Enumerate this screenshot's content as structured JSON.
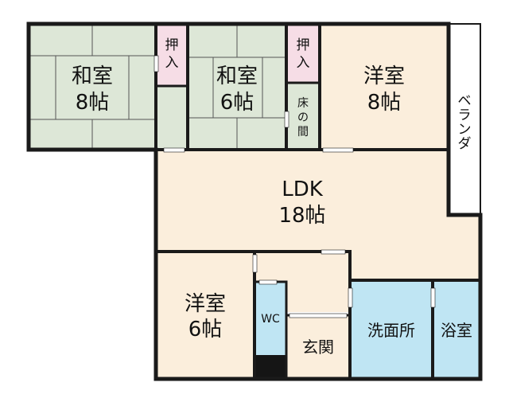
{
  "colors": {
    "tatami": "#dde7d7",
    "western": "#fbeedc",
    "closet": "#f6dde6",
    "wet_area": "#bfe5f3",
    "wall": "#1a1a1a",
    "window": "#ffffff"
  },
  "rooms": {
    "washitsu_8": {
      "name": "和室",
      "size": "8帖"
    },
    "oshiire_1": {
      "name": "押入"
    },
    "washitsu_6": {
      "name": "和室",
      "size": "6帖"
    },
    "oshiire_2": {
      "name": "押入"
    },
    "tokonoma": {
      "name": "床の間"
    },
    "youshitsu_8": {
      "name": "洋室",
      "size": "8帖"
    },
    "veranda": {
      "name": "ベランダ"
    },
    "ldk": {
      "name": "LDK",
      "size": "18帖"
    },
    "youshitsu_6": {
      "name": "洋室",
      "size": "6帖"
    },
    "wc": {
      "name": "WC"
    },
    "genkan": {
      "name": "玄関"
    },
    "senmenjo": {
      "name": "洗面所"
    },
    "yokushitsu": {
      "name": "浴室"
    }
  }
}
